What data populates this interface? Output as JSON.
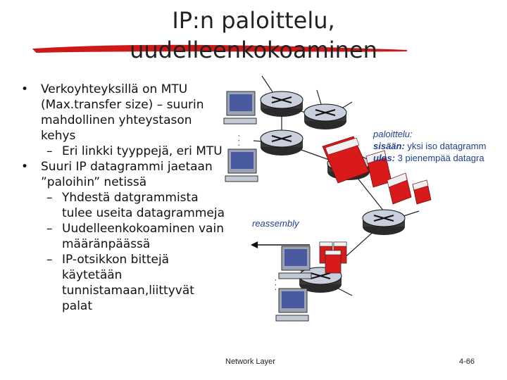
{
  "title_line1": "IP:n paloittelu,",
  "title_line2": "uudelleenkokoaminen",
  "bullets": [
    {
      "level": 1,
      "text": "Verkoyhteyksillä on MTU (Max.transfer size) – suurin mahdollinen yhteystason kehys"
    },
    {
      "level": 2,
      "text": "Eri linkki tyyppejä, eri MTU"
    },
    {
      "level": 1,
      "text": "Suuri IP datagrammi jaetaan ”paloihin” netissä"
    },
    {
      "level": 2,
      "text": "Yhdestä datgrammista tulee useita datagrammeja"
    },
    {
      "level": 2,
      "text": "Uudelleenkokoaminen vain määränpäässä"
    },
    {
      "level": 2,
      "text": "IP-otsikkon bittejä käytetään tunnistamaan,liittyvät palat"
    }
  ],
  "fragmentation": {
    "header": "paloittelu:",
    "in_label": "sisään:",
    "in_text": " yksi iso datagramm",
    "out_label": "ulos:",
    "out_text": " 3 pienempää datagra"
  },
  "reassembly_label": "reassembly",
  "footer_left": "Network Layer",
  "footer_right": "4-66",
  "colors": {
    "accent_red": "#cc1a1a",
    "router_blue": "#0a0a0a",
    "label_blue": "#1f3f8f",
    "datagram_red": "#d81a1a"
  }
}
